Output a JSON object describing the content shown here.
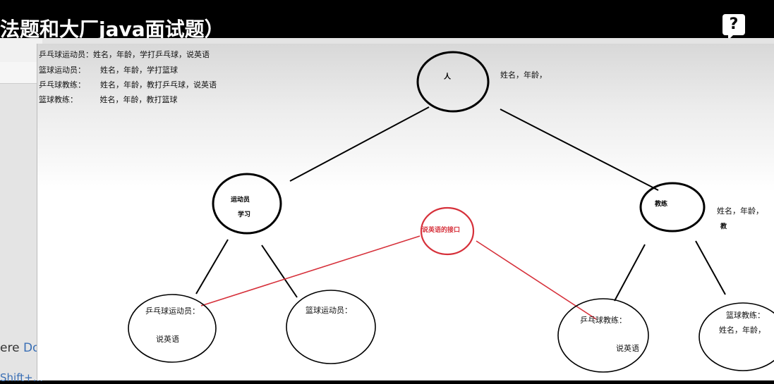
{
  "window": {
    "title": "法题和大厂java面试题）",
    "help_label": "?"
  },
  "background_page": {
    "text_prefix": "ere ",
    "text_link": "Do",
    "shortcut": "Shift+..."
  },
  "notes": [
    "乒乓球运动员：姓名，年龄，学打乒乓球，说英语",
    "篮球运动员：      姓名，年龄，学打篮球",
    "乒乓球教练：      姓名，年龄，教打乒乓球，说英语",
    "篮球教练：         姓名，年龄，教打篮球"
  ],
  "nodes": {
    "person": {
      "label": "人",
      "attr": "姓名，年龄，"
    },
    "athlete": {
      "label": "运动员",
      "sub": "学习"
    },
    "coach": {
      "label": "教练",
      "attr": "姓名，年龄，",
      "sub": "教"
    },
    "interface": {
      "label": "说英语的接口"
    },
    "pingpong_athlete": {
      "label": "乒乓球运动员：",
      "sub": "说英语"
    },
    "basketball_athlete": {
      "label": "篮球运动员："
    },
    "pingpong_coach": {
      "label": "乒乓球教练：",
      "sub": "说英语"
    },
    "basketball_coach": {
      "label": "篮球教练：",
      "sub": "姓名，年龄，"
    }
  },
  "colors": {
    "interface": "#d6303a",
    "ink": "#000000"
  }
}
